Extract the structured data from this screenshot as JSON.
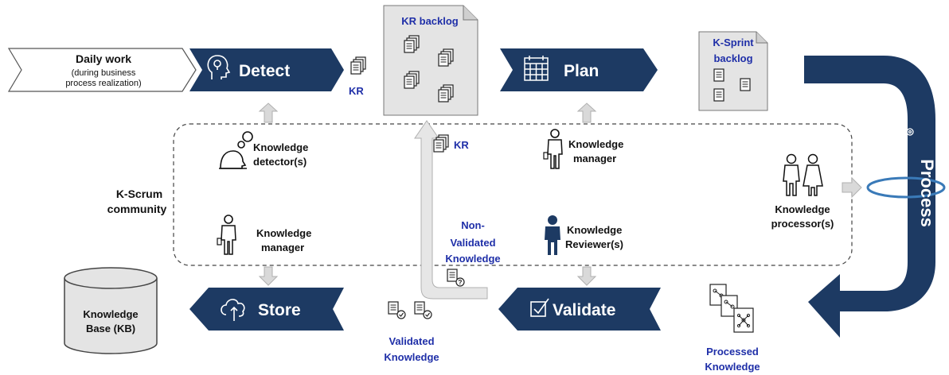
{
  "colors": {
    "navy": "#1d3a63",
    "blue_text": "#1f2fa8",
    "doc_gray": "#e4e4e4",
    "arrow_gray": "#d9d9d9",
    "ink": "#1a1a1a"
  },
  "daily_work": {
    "title": "Daily work",
    "sub1": "(during business",
    "sub2": "process realization)"
  },
  "phases": {
    "detect": "Detect",
    "plan": "Plan",
    "store": "Store",
    "validate": "Validate",
    "process": "Process"
  },
  "kr_backlog": "KR backlog",
  "ksprint": {
    "line1": "K-Sprint",
    "line2": "backlog"
  },
  "kr_label": "KR",
  "kr_label_up": "KR",
  "community": {
    "line1": "K-Scrum",
    "line2": "community"
  },
  "roles": {
    "detector_1": "Knowledge",
    "detector_2": "detector(s)",
    "manager_top_1": "Knowledge",
    "manager_top_2": "manager",
    "manager_bottom_1": "Knowledge",
    "manager_bottom_2": "manager",
    "reviewer_1": "Knowledge",
    "reviewer_2": "Reviewer(s)",
    "processor_1": "Knowledge",
    "processor_2": "processor(s)"
  },
  "non_validated": {
    "line1": "Non-",
    "line2": "Validated",
    "line3": "Knowledge"
  },
  "validated": {
    "line1": "Validated",
    "line2": "Knowledge"
  },
  "processed": {
    "line1": "Processed",
    "line2": "Knowledge"
  },
  "kb": {
    "line1": "Knowledge",
    "line2": "Base (KB)"
  },
  "icons": {
    "detect": "lightbulb-head-icon",
    "plan": "calendar-icon",
    "store": "cloud-upload-icon",
    "validate": "checkbox-icon",
    "process": "gears-icon"
  }
}
